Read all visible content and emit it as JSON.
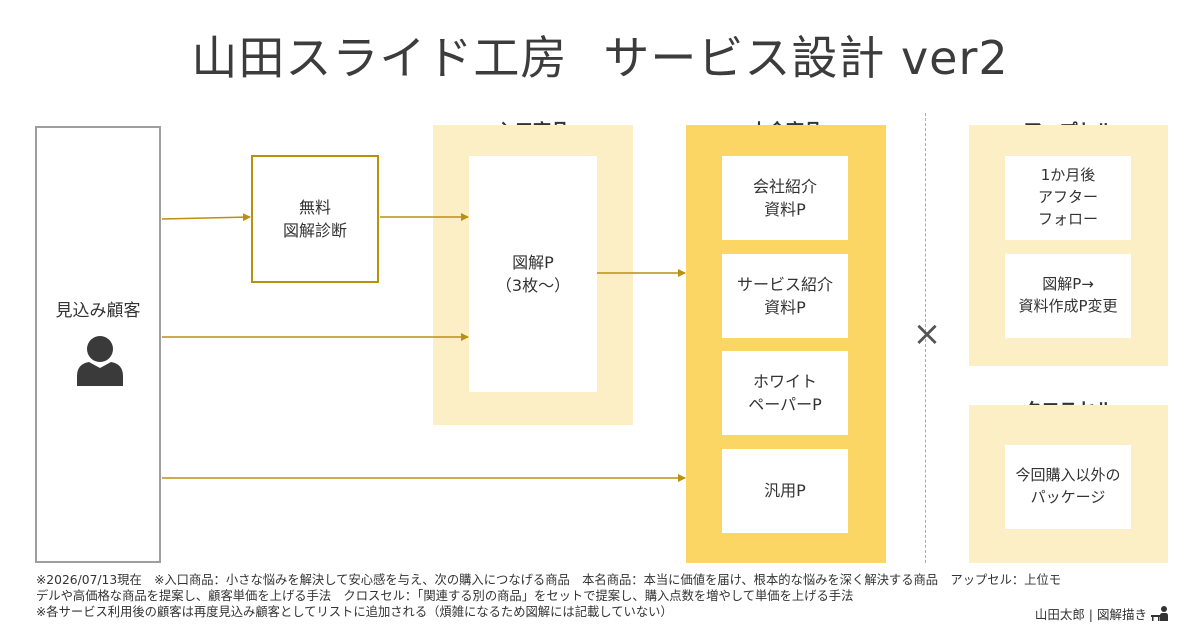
{
  "title": {
    "main": "山田スライド工房",
    "sub": "サービス設計",
    "version": "ver2"
  },
  "prospect": {
    "label": "見込み顧客",
    "icon": "person-icon"
  },
  "free_diagnosis": {
    "line1": "無料",
    "line2": "図解診断"
  },
  "entry": {
    "heading": "入口商品",
    "item_line1": "図解P",
    "item_line2": "（3枚～）"
  },
  "main_products": {
    "heading": "本命商品",
    "items": [
      {
        "line1": "会社紹介",
        "line2": "資料P"
      },
      {
        "line1": "サービス紹介",
        "line2": "資料P"
      },
      {
        "line1": "ホワイト",
        "line2": "ペーパーP"
      },
      {
        "line1": "汎用P",
        "line2": ""
      }
    ]
  },
  "cross_symbol": "×",
  "upsell": {
    "heading": "アップセル",
    "items": [
      {
        "line1": "1か月後",
        "line2": "アフター",
        "line3": "フォロー"
      },
      {
        "line1": "図解P→",
        "line2": "資料作成P変更",
        "line3": ""
      }
    ]
  },
  "crosssell": {
    "heading": "クロスセル",
    "item_line1": "今回購入以外の",
    "item_line2": "パッケージ"
  },
  "notes": {
    "line1": "※2026/07/13現在　※入口商品：小さな悩みを解決して安心感を与え、次の購入につなげる商品　本名商品：本当に価値を届け、根本的な悩みを深く解決する商品　アップセル：上位モ",
    "line2": "デルや高価格な商品を提案し、顧客単価を上げる手法　クロスセル：「関連する別の商品」をセットで提案し、購入点数を増やして単価を上げる手法",
    "line3": "※各サービス利用後の顧客は再度見込み顧客としてリストに追加される（煩雑になるため図解には記載していない）"
  },
  "credit": "山田太郎 | 図解描き",
  "colors": {
    "gold": "#b8910f",
    "light_yellow": "#fdefc5",
    "bright_yellow": "#fcd664",
    "gray_border": "#9e9e9e",
    "title_text": "#3c3c3c"
  }
}
